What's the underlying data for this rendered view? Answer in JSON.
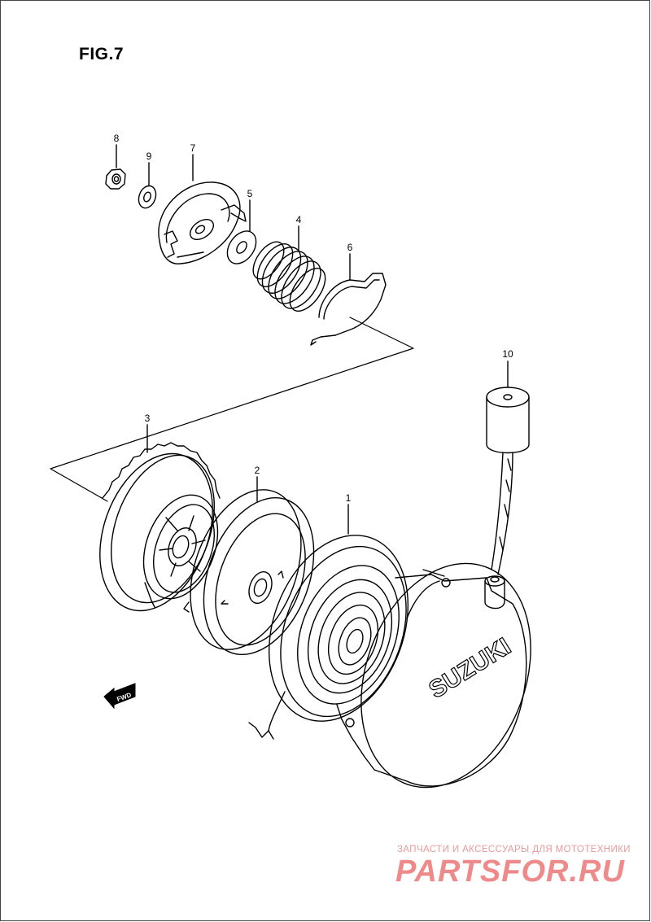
{
  "figure": {
    "title": "FIG.7"
  },
  "part_labels": {
    "p1": "1",
    "p2": "2",
    "p3": "3",
    "p4": "4",
    "p5": "5",
    "p6": "6",
    "p7": "7",
    "p8": "8",
    "p9": "9",
    "p10": "10"
  },
  "housing_brand": "SUZUKI",
  "direction_arrow": "FWD",
  "watermark": {
    "tagline": "ЗАПЧАСТИ И АКСЕССУАРЫ ДЛЯ МОТОТЕХНИКИ",
    "site": "PARTSFOR.RU",
    "color": "#ee8a8a"
  }
}
